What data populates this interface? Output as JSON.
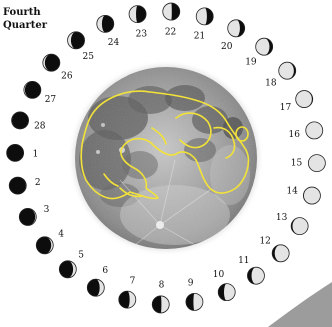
{
  "label": {
    "line1": "Fourth",
    "line2": "Quarter"
  },
  "phases": [
    {
      "day": "22",
      "illum": 0.53,
      "waxing": false
    },
    {
      "day": "21",
      "illum": 0.63,
      "waxing": false
    },
    {
      "day": "20",
      "illum": 0.72,
      "waxing": false
    },
    {
      "day": "19",
      "illum": 0.81,
      "waxing": false
    },
    {
      "day": "18",
      "illum": 0.89,
      "waxing": false
    },
    {
      "day": "17",
      "illum": 0.95,
      "waxing": false
    },
    {
      "day": "16",
      "illum": 0.99,
      "waxing": false
    },
    {
      "day": "15",
      "illum": 1.0,
      "waxing": true
    },
    {
      "day": "14",
      "illum": 0.97,
      "waxing": true
    },
    {
      "day": "13",
      "illum": 0.92,
      "waxing": true
    },
    {
      "day": "12",
      "illum": 0.85,
      "waxing": true
    },
    {
      "day": "11",
      "illum": 0.76,
      "waxing": true
    },
    {
      "day": "10",
      "illum": 0.66,
      "waxing": true
    },
    {
      "day": "9",
      "illum": 0.56,
      "waxing": true
    },
    {
      "day": "8",
      "illum": 0.46,
      "waxing": true
    },
    {
      "day": "7",
      "illum": 0.36,
      "waxing": true
    },
    {
      "day": "6",
      "illum": 0.27,
      "waxing": true
    },
    {
      "day": "5",
      "illum": 0.19,
      "waxing": true
    },
    {
      "day": "4",
      "illum": 0.12,
      "waxing": true
    },
    {
      "day": "3",
      "illum": 0.06,
      "waxing": true
    },
    {
      "day": "2",
      "illum": 0.02,
      "waxing": true
    },
    {
      "day": "1",
      "illum": 0.0,
      "waxing": true
    },
    {
      "day": "28",
      "illum": 0.02,
      "waxing": false
    },
    {
      "day": "27",
      "illum": 0.06,
      "waxing": false
    },
    {
      "day": "26",
      "illum": 0.12,
      "waxing": false
    },
    {
      "day": "25",
      "illum": 0.2,
      "waxing": false
    },
    {
      "day": "24",
      "illum": 0.3,
      "waxing": false
    },
    {
      "day": "23",
      "illum": 0.41,
      "waxing": false
    }
  ],
  "colors": {
    "moon_light": "#e4e4e4",
    "moon_dark": "#0d0d0d",
    "moon_rim": "#222222",
    "outline": "#f2e23a"
  }
}
